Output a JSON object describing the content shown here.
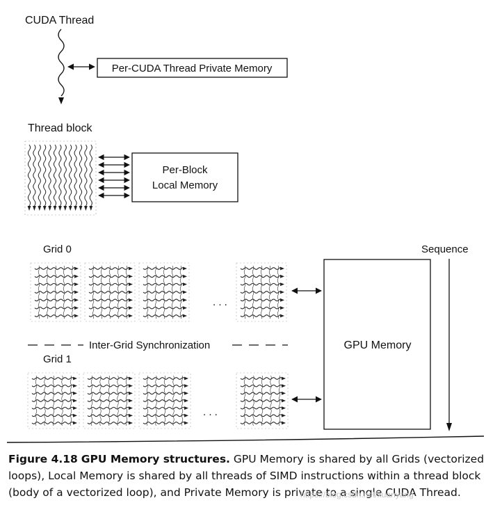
{
  "labels": {
    "cuda_thread": "CUDA Thread",
    "private_memory": "Per-CUDA Thread Private Memory",
    "thread_block": "Thread block",
    "local_memory_line1": "Per-Block",
    "local_memory_line2": "Local Memory",
    "grid0": "Grid 0",
    "grid1": "Grid 1",
    "sync": "Inter-Grid Synchronization",
    "gpu_memory": "GPU Memory",
    "sequence": "Sequence",
    "ellipsis": ". . ."
  },
  "caption": {
    "figure_label": "Figure 4.18",
    "title": "GPU Memory structures.",
    "text": "GPU Memory is shared by all Grids (vectorized loops), Local Memory is shared by all threads of SIMD instructions within a thread block (body of a vectorized loop), and Private Memory is private to a single CUDA Thread."
  },
  "watermark": "https://blog.csdn.net/xuanyang"
}
